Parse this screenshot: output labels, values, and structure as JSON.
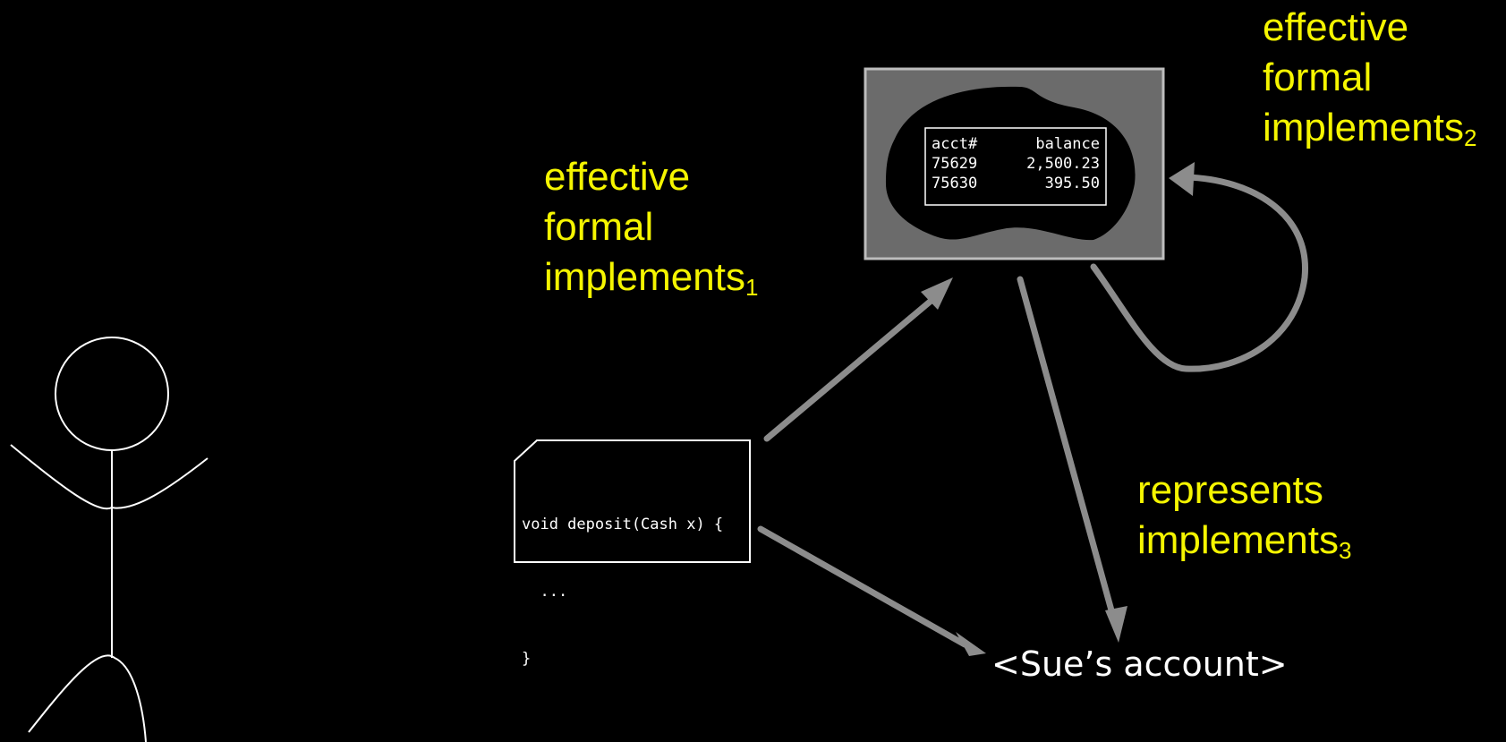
{
  "labels": {
    "formal1": {
      "line1": "effective",
      "line2": "formal",
      "line3": "implements",
      "sub": "1"
    },
    "formal2": {
      "line1": "effective",
      "line2": "formal",
      "line3": "implements",
      "sub": "2"
    },
    "represents": {
      "line1": "represents",
      "line2": "implements",
      "sub": "3"
    }
  },
  "code": {
    "line1": "void deposit(Cash x) {",
    "line2": "  ...",
    "line3": "}"
  },
  "table": {
    "headers": [
      "acct#",
      "balance"
    ],
    "rows": [
      [
        "75629",
        "2,500.23"
      ],
      [
        "75630",
        "395.50"
      ]
    ]
  },
  "target": "<Sue’s account>",
  "colors": {
    "background": "#000000",
    "label": "#f5f500",
    "arrow": "#8c8c8c",
    "panel": "#6b6b6b",
    "panel_border": "#bdbdbd"
  }
}
